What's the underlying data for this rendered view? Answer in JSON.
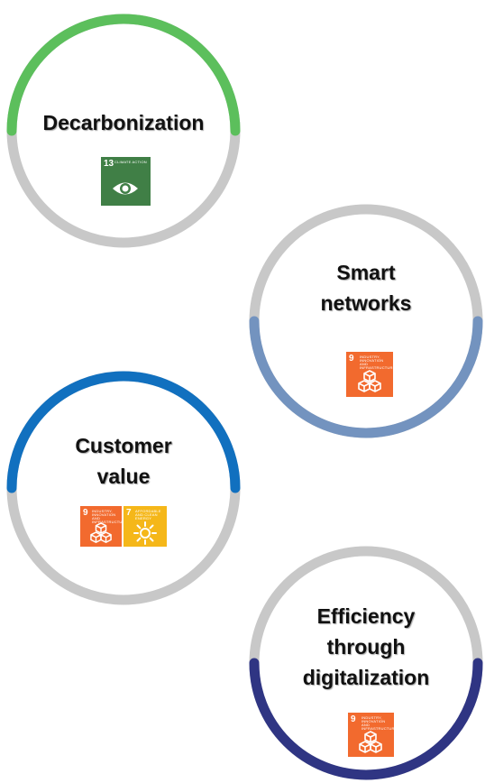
{
  "circles": [
    {
      "label": "Decarbonization",
      "accent": "#5cbf5c"
    },
    {
      "label": "Smart networks",
      "accent": "#7393bf"
    },
    {
      "label": "Customer value",
      "accent": "#1170bf"
    },
    {
      "label": "Efficiency through digitalization",
      "accent": "#2f3583"
    }
  ],
  "ring_gray": "#c8c8c8",
  "sdg_icons": [
    {
      "number": "13",
      "text": "CLIMATE ACTION",
      "color": "#407f46",
      "icon": "eye-globe-icon"
    },
    {
      "number": "9",
      "text": "INDUSTRY, INNOVATION AND INFRASTRUCTURE",
      "color": "#f26a2e",
      "icon": "cubes-icon"
    },
    {
      "number": "7",
      "text": "AFFORDABLE AND CLEAN ENERGY",
      "color": "#f5b719",
      "icon": "sun-icon"
    }
  ]
}
